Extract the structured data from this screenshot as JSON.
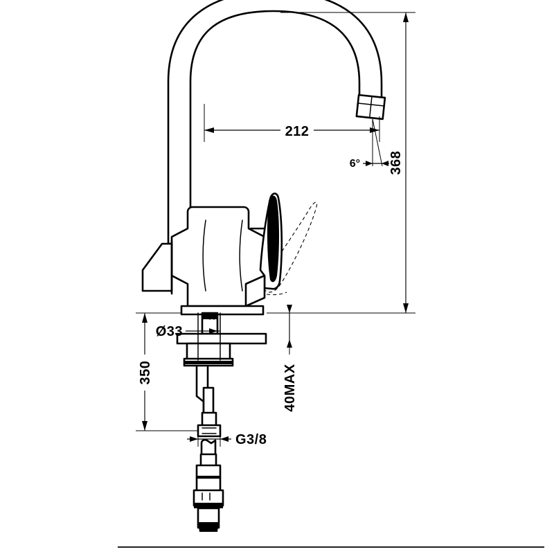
{
  "document": {
    "type": "technical-drawing",
    "subject": "Single-lever kitchen mixer tap with gooseneck spout",
    "view": "front elevation with section of mounting shank",
    "background_color": "#ffffff",
    "line_color": "#000000"
  },
  "dimensions": {
    "spout_reach": {
      "id": "dim-212",
      "label": "212",
      "orientation": "horizontal",
      "unit": "mm",
      "description": "Horizontal projection from tap column to spout outlet"
    },
    "total_height": {
      "id": "dim-368",
      "label": "368",
      "orientation": "vertical",
      "unit": "mm",
      "description": "Overall height from deck surface to top of spout arch"
    },
    "outlet_angle": {
      "id": "dim-6deg",
      "label": "6°",
      "orientation": "angular",
      "unit": "degrees",
      "description": "Inclination of the spout outlet from vertical"
    },
    "hose_length": {
      "id": "dim-350",
      "label": "350",
      "orientation": "vertical",
      "unit": "mm",
      "description": "Length from deck level down to the supply connector"
    },
    "deck_thickness": {
      "id": "dim-40max",
      "label": "40MAX",
      "orientation": "vertical",
      "unit": "mm",
      "description": "Maximum worktop thickness for mounting"
    },
    "hole_diameter": {
      "id": "dim-d33",
      "label": "Ø33",
      "orientation": "leader",
      "unit": "mm",
      "description": "Required mounting hole diameter"
    },
    "thread_size": {
      "id": "dim-g38",
      "label": "G3/8",
      "orientation": "leader",
      "unit": "inch-BSP",
      "description": "Supply hose connection thread"
    }
  },
  "annotations": {
    "swing_outline_note": "dashed outline indicating alternate lever position"
  }
}
